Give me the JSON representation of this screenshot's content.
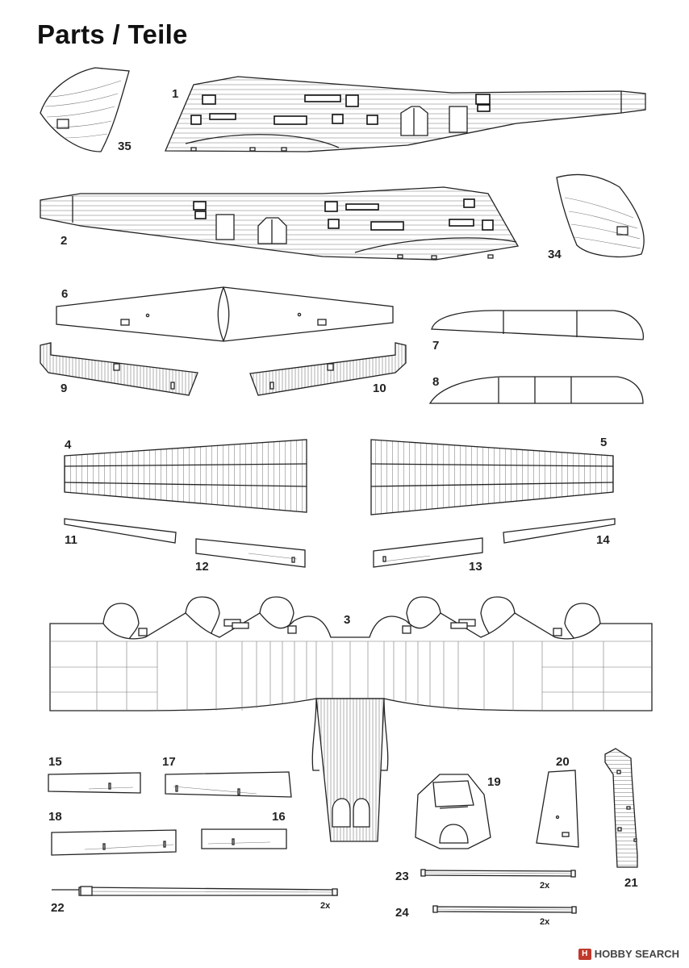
{
  "title": "Parts / Teile",
  "labels": {
    "p1": "1",
    "p2": "2",
    "p3": "3",
    "p4": "4",
    "p5": "5",
    "p6": "6",
    "p7": "7",
    "p8": "8",
    "p9": "9",
    "p10": "10",
    "p11": "11",
    "p12": "12",
    "p13": "13",
    "p14": "14",
    "p15": "15",
    "p16": "16",
    "p17": "17",
    "p18": "18",
    "p19": "19",
    "p20": "20",
    "p21": "21",
    "p22": "22",
    "p23": "23",
    "p24": "24",
    "p34": "34",
    "p35": "35"
  },
  "qty": {
    "q22": "2x",
    "q23": "2x",
    "q24": "2x"
  },
  "watermark": {
    "brand": "HOBBY SEARCH",
    "logo_letter": "H"
  },
  "colors": {
    "ink": "#222222",
    "background": "#ffffff",
    "watermark_logo": "#c0392b"
  }
}
